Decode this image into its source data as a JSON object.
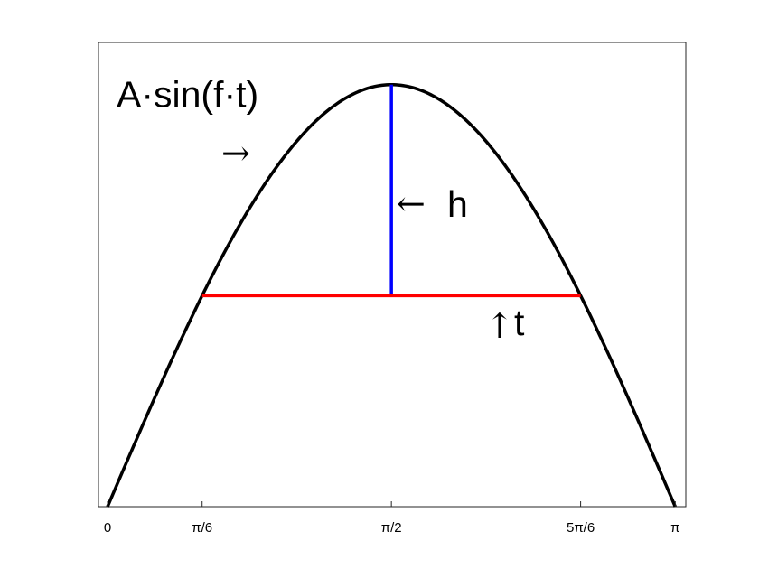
{
  "chart_data": {
    "type": "line",
    "xlim": [
      -0.05,
      3.2
    ],
    "ylim": [
      0,
      1.1
    ],
    "grid": false,
    "ticks": [
      {
        "value": 0,
        "label": "0"
      },
      {
        "value": 0.5236,
        "label": "π/6"
      },
      {
        "value": 1.5708,
        "label": "π/2"
      },
      {
        "value": 2.618,
        "label": "5π/6"
      },
      {
        "value": 3.1416,
        "label": "π"
      }
    ],
    "series": [
      {
        "kind": "curve",
        "function": "sin",
        "x_range": [
          0,
          3.1416
        ],
        "amplitude": 1,
        "color": "#000000"
      },
      {
        "kind": "segment",
        "x": [
          1.5708,
          1.5708
        ],
        "y": [
          0.5,
          1.0
        ],
        "color": "#0000ff"
      },
      {
        "kind": "segment",
        "x": [
          0.5236,
          2.618
        ],
        "y": [
          0.5,
          0.5
        ],
        "color": "#ff0000"
      }
    ],
    "annotations": [
      {
        "id": "func",
        "text": "A·sin(f·t)",
        "x": 0.05,
        "y": 0.97
      },
      {
        "id": "arrow_func",
        "text": "→",
        "x": 0.63,
        "y": 0.83
      },
      {
        "id": "arrow_h",
        "text": "←",
        "x": 1.6,
        "y": 0.71
      },
      {
        "id": "label_h",
        "text": "h",
        "x": 1.88,
        "y": 0.71
      },
      {
        "id": "arrow_t",
        "text": "↑",
        "x": 2.09,
        "y": 0.42
      },
      {
        "id": "label_t",
        "text": "t",
        "x": 2.25,
        "y": 0.43
      }
    ]
  }
}
